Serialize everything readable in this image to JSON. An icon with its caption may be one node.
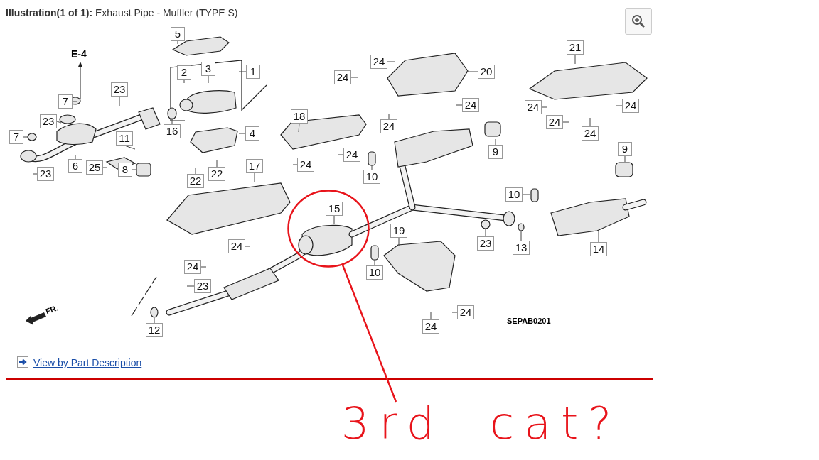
{
  "diagram": {
    "title": "**Illustration(1 of 1):** Exhaust Pipe - Muffler (TYPE S)",
    "nodes": [
      {
        "text": [
          "5"
        ]
      },
      {
        "text": [
          "2"
        ]
      },
      {
        "text": [
          "3"
        ]
      },
      {
        "text": [
          "1"
        ]
      },
      {
        "text": [
          "7"
        ]
      },
      {
        "text": [
          "23"
        ]
      },
      {
        "text": [
          "23"
        ]
      },
      {
        "text": [
          "7"
        ]
      },
      {
        "text": [
          "16"
        ]
      },
      {
        "text": [
          "4"
        ]
      },
      {
        "text": [
          "18"
        ]
      },
      {
        "text": [
          "11"
        ]
      },
      {
        "text": [
          "6"
        ]
      },
      {
        "text": [
          "25"
        ]
      },
      {
        "text": [
          "8"
        ]
      },
      {
        "text": [
          "23"
        ]
      },
      {
        "text": [
          "22"
        ]
      },
      {
        "text": [
          "22"
        ]
      },
      {
        "text": [
          "24"
        ]
      },
      {
        "text": [
          "24"
        ]
      },
      {
        "text": [
          "17"
        ]
      },
      {
        "text": [
          "24"
        ]
      },
      {
        "text": [
          "24"
        ]
      },
      {
        "text": [
          "20"
        ]
      },
      {
        "text": [
          "24"
        ]
      },
      {
        "text": [
          "24"
        ]
      },
      {
        "text": [
          "21"
        ]
      },
      {
        "text": [
          "24"
        ]
      },
      {
        "text": [
          "24"
        ]
      },
      {
        "text": [
          "24"
        ]
      },
      {
        "text": [
          "24"
        ]
      },
      {
        "text": [
          "9"
        ]
      },
      {
        "text": [
          "9"
        ]
      },
      {
        "text": [
          "10"
        ]
      },
      {
        "text": [
          "10"
        ]
      },
      {
        "text": [
          "15"
        ],
        "in": 47
      },
      {
        "text": [
          "19"
        ]
      },
      {
        "text": [
          "10"
        ]
      },
      {
        "text": [
          "24"
        ]
      },
      {
        "text": [
          "24"
        ]
      },
      {
        "text": [
          "23"
        ]
      },
      {
        "text": [
          "12"
        ]
      },
      {
        "text": [
          "23"
        ]
      },
      {
        "text": [
          "13"
        ]
      },
      {
        "text": [
          "14"
        ]
      },
      {
        "text": [
          "24"
        ]
      },
      {
        "text": [
          "24"
        ]
      },
      {
        "text": [],
        "shape": "circle"
      },
      {
        "text": [
          "3rd cat?"
        ]
      }
    ],
    "edges": [
      {
        "from": 0,
        "to": null,
        "arrow": "none"
      },
      {
        "from": 1,
        "to": null,
        "arrow": "none"
      },
      {
        "from": 2,
        "to": null,
        "arrow": "none"
      },
      {
        "from": 3,
        "to": null,
        "arrow": "none"
      },
      {
        "from": 4,
        "to": null,
        "arrow": "none"
      },
      {
        "from": 5,
        "to": null,
        "arrow": "none"
      },
      {
        "from": 6,
        "to": null,
        "arrow": "none"
      },
      {
        "from": 7,
        "to": null,
        "arrow": "none"
      },
      {
        "from": 8,
        "to": null,
        "arrow": "none"
      },
      {
        "from": 9,
        "to": null,
        "arrow": "none"
      },
      {
        "from": 10,
        "to": null,
        "arrow": "none"
      },
      {
        "from": 11,
        "to": null,
        "arrow": "none"
      },
      {
        "from": 12,
        "to": null,
        "arrow": "none"
      },
      {
        "from": 13,
        "to": null,
        "arrow": "none"
      },
      {
        "from": 14,
        "to": null,
        "arrow": "none"
      },
      {
        "from": 15,
        "to": null,
        "arrow": "none"
      },
      {
        "from": 16,
        "to": null,
        "arrow": "none"
      },
      {
        "from": 17,
        "to": null,
        "arrow": "none"
      },
      {
        "from": 18,
        "to": null,
        "arrow": "none"
      },
      {
        "from": 19,
        "to": null,
        "arrow": "none"
      },
      {
        "from": 20,
        "to": null,
        "arrow": "none"
      },
      {
        "from": 21,
        "to": null,
        "arrow": "none"
      },
      {
        "from": 22,
        "to": null,
        "arrow": "none"
      },
      {
        "from": 23,
        "to": null,
        "arrow": "none"
      },
      {
        "from": 24,
        "to": null,
        "arrow": "none"
      },
      {
        "from": 25,
        "to": null,
        "arrow": "none"
      },
      {
        "from": 26,
        "to": null,
        "arrow": "none"
      },
      {
        "from": 27,
        "to": null,
        "arrow": "none"
      },
      {
        "from": 28,
        "to": null,
        "arrow": "none"
      },
      {
        "from": 29,
        "to": null,
        "arrow": "none"
      },
      {
        "from": 30,
        "to": null,
        "arrow": "none"
      },
      {
        "from": 31,
        "to": null,
        "arrow": "none"
      },
      {
        "from": 32,
        "to": null,
        "arrow": "none"
      },
      {
        "from": 33,
        "to": null,
        "arrow": "none"
      },
      {
        "from": 34,
        "to": null,
        "arrow": "none"
      },
      {
        "from": 35,
        "to": null,
        "arrow": "none"
      },
      {
        "from": 36,
        "to": null,
        "arrow": "none"
      },
      {
        "from": 37,
        "to": null,
        "arrow": "none"
      },
      {
        "from": 38,
        "to": null,
        "arrow": "none"
      },
      {
        "from": 39,
        "to": null,
        "arrow": "none"
      },
      {
        "from": 40,
        "to": null,
        "arrow": "none"
      },
      {
        "from": 41,
        "to": null,
        "arrow": "none"
      },
      {
        "from": 42,
        "to": null,
        "arrow": "none"
      },
      {
        "from": 43,
        "to": null,
        "arrow": "none"
      },
      {
        "from": 44,
        "to": null,
        "arrow": "none"
      },
      {
        "from": 45,
        "to": null,
        "arrow": "none"
      },
      {
        "from": 46,
        "to": null,
        "arrow": "none"
      },
      {
        "from": 48,
        "to": 47,
        "arrow": "none",
        "color": "#e8141b"
      }
    ],
    "labels": [
      "E-4",
      "FR.",
      "SEPAB0201",
      "View by Part Description"
    ]
  }
}
